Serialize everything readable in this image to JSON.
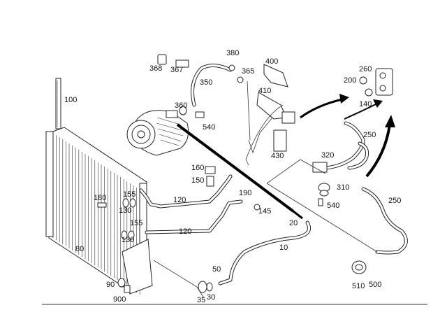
{
  "callouts": [
    "100",
    "368",
    "367",
    "380",
    "365",
    "400",
    "350",
    "410",
    "360",
    "540",
    "200",
    "260",
    "140",
    "250",
    "320",
    "430",
    "160",
    "150",
    "310",
    "540",
    "180",
    "155",
    "120",
    "130",
    "190",
    "145",
    "250",
    "20",
    "155",
    "120",
    "130",
    "80",
    "10",
    "50",
    "90",
    "900",
    "35",
    "30",
    "510",
    "500"
  ]
}
